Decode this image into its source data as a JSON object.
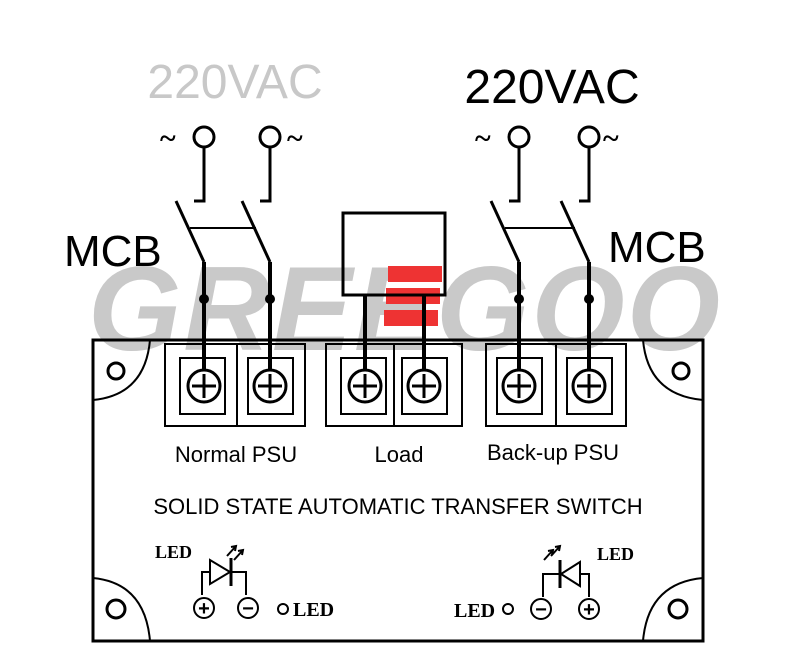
{
  "watermark": {
    "text": "GREEGOO",
    "color": "#c9c9c9",
    "accent": "#ee3333"
  },
  "normal_side": {
    "voltage": "220VAC",
    "voltage_color": "#c8c8c8",
    "ac_symbol": "~",
    "breaker_label": "MCB",
    "terminal_label": "Normal PSU"
  },
  "backup_side": {
    "voltage": "220VAC",
    "voltage_color": "#000000",
    "ac_symbol": "~",
    "breaker_label": "MCB",
    "terminal_label": "Back-up PSU"
  },
  "load": {
    "terminal_label": "Load"
  },
  "module": {
    "title": "SOLID STATE AUTOMATIC TRANSFER SWITCH",
    "led_left": {
      "label": "LED",
      "pin_label": "LED",
      "plus": "+",
      "minus": "−"
    },
    "led_right": {
      "label": "LED",
      "pin_label": "LED",
      "plus": "+",
      "minus": "−"
    }
  }
}
